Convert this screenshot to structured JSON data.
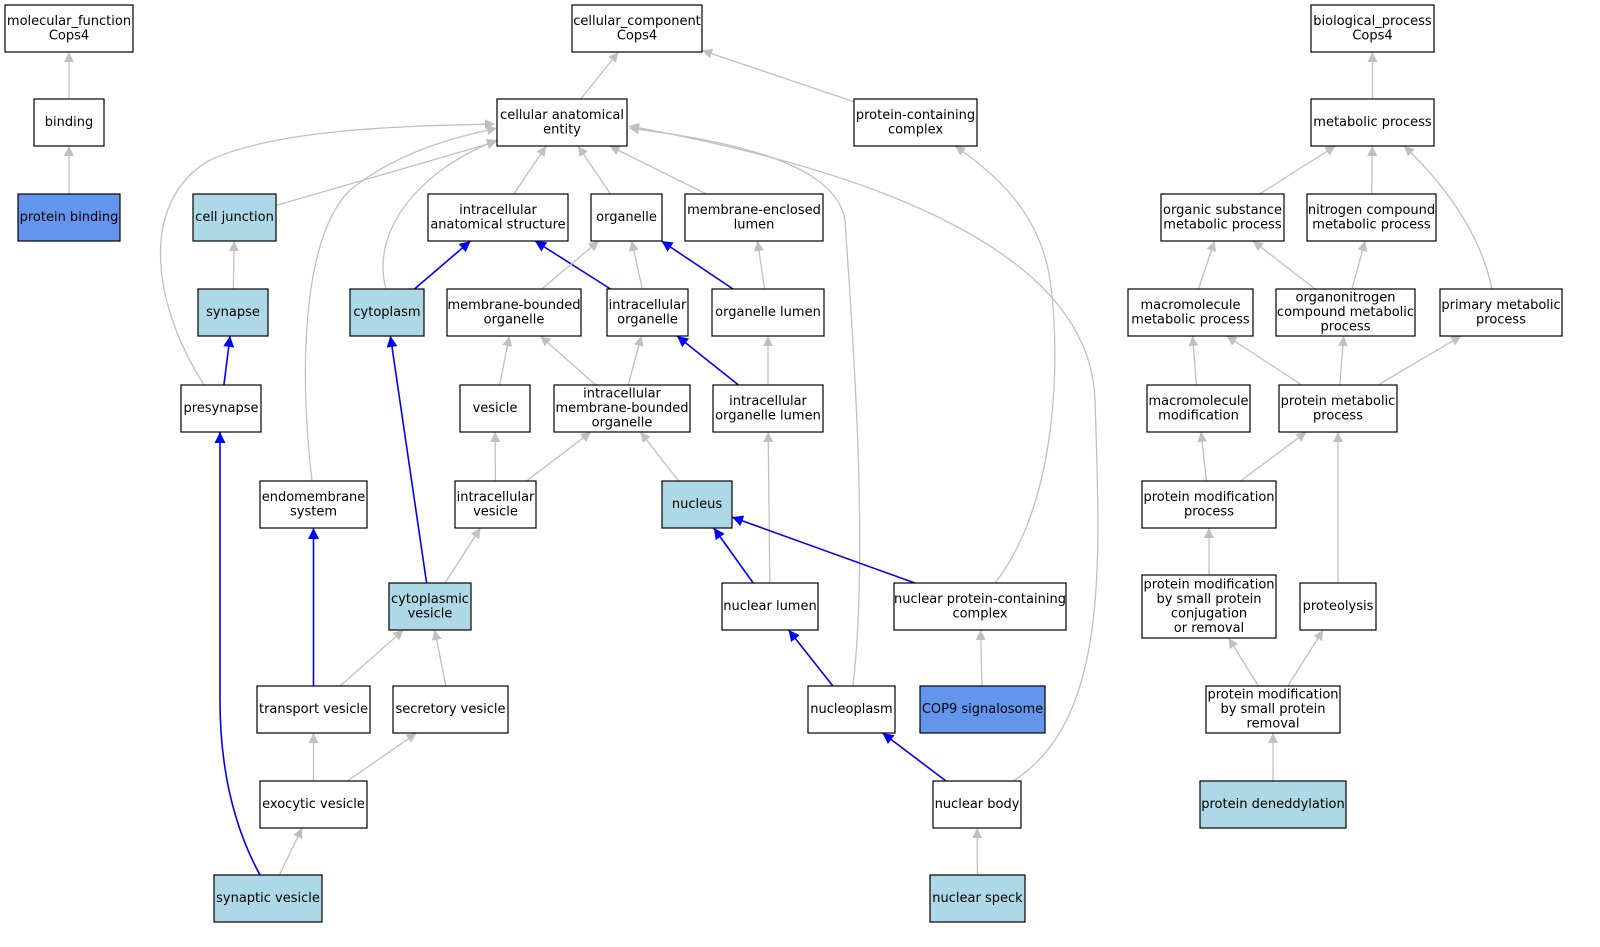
{
  "colors": {
    "plain": "#ffffff",
    "light": "#add8e6",
    "dark": "#6495ed",
    "edge_gray": "#c0c0c0",
    "edge_blue": "#0000ff"
  },
  "nodes": [
    {
      "id": "mf",
      "lines": [
        "molecular_function",
        "Cops4"
      ],
      "style": "plain"
    },
    {
      "id": "binding",
      "lines": [
        "binding"
      ],
      "style": "plain"
    },
    {
      "id": "protein_binding",
      "lines": [
        "protein binding"
      ],
      "style": "dark"
    },
    {
      "id": "cc",
      "lines": [
        "cellular_component",
        "Cops4"
      ],
      "style": "plain"
    },
    {
      "id": "cae",
      "lines": [
        "cellular anatomical",
        "entity"
      ],
      "style": "plain"
    },
    {
      "id": "pcc",
      "lines": [
        "protein-containing",
        "complex"
      ],
      "style": "plain"
    },
    {
      "id": "cell_junction",
      "lines": [
        "cell junction"
      ],
      "style": "light"
    },
    {
      "id": "ias",
      "lines": [
        "intracellular",
        "anatomical structure"
      ],
      "style": "plain"
    },
    {
      "id": "organelle",
      "lines": [
        "organelle"
      ],
      "style": "plain"
    },
    {
      "id": "mel",
      "lines": [
        "membrane-enclosed",
        "lumen"
      ],
      "style": "plain"
    },
    {
      "id": "synapse",
      "lines": [
        "synapse"
      ],
      "style": "light"
    },
    {
      "id": "cytoplasm",
      "lines": [
        "cytoplasm"
      ],
      "style": "light"
    },
    {
      "id": "mbo",
      "lines": [
        "membrane-bounded",
        "organelle"
      ],
      "style": "plain"
    },
    {
      "id": "io",
      "lines": [
        "intracellular",
        "organelle"
      ],
      "style": "plain"
    },
    {
      "id": "ol",
      "lines": [
        "organelle lumen"
      ],
      "style": "plain"
    },
    {
      "id": "presynapse",
      "lines": [
        "presynapse"
      ],
      "style": "plain"
    },
    {
      "id": "vesicle",
      "lines": [
        "vesicle"
      ],
      "style": "plain"
    },
    {
      "id": "imbo",
      "lines": [
        "intracellular",
        "membrane-bounded",
        "organelle"
      ],
      "style": "plain"
    },
    {
      "id": "iol",
      "lines": [
        "intracellular",
        "organelle lumen"
      ],
      "style": "plain"
    },
    {
      "id": "endomembrane",
      "lines": [
        "endomembrane",
        "system"
      ],
      "style": "plain"
    },
    {
      "id": "iv",
      "lines": [
        "intracellular",
        "vesicle"
      ],
      "style": "plain"
    },
    {
      "id": "nucleus",
      "lines": [
        "nucleus"
      ],
      "style": "light"
    },
    {
      "id": "cv",
      "lines": [
        "cytoplasmic",
        "vesicle"
      ],
      "style": "light"
    },
    {
      "id": "nuclear_lumen",
      "lines": [
        "nuclear lumen"
      ],
      "style": "plain"
    },
    {
      "id": "npcc",
      "lines": [
        "nuclear protein-containing",
        "complex"
      ],
      "style": "plain"
    },
    {
      "id": "transport_vesicle",
      "lines": [
        "transport vesicle"
      ],
      "style": "plain"
    },
    {
      "id": "secretory_vesicle",
      "lines": [
        "secretory vesicle"
      ],
      "style": "plain"
    },
    {
      "id": "nucleoplasm",
      "lines": [
        "nucleoplasm"
      ],
      "style": "plain"
    },
    {
      "id": "cop9",
      "lines": [
        "COP9 signalosome"
      ],
      "style": "dark"
    },
    {
      "id": "exocytic_vesicle",
      "lines": [
        "exocytic vesicle"
      ],
      "style": "plain"
    },
    {
      "id": "nuclear_body",
      "lines": [
        "nuclear body"
      ],
      "style": "plain"
    },
    {
      "id": "synaptic_vesicle",
      "lines": [
        "synaptic vesicle"
      ],
      "style": "light"
    },
    {
      "id": "nuclear_speck",
      "lines": [
        "nuclear speck"
      ],
      "style": "light"
    },
    {
      "id": "bp",
      "lines": [
        "biological_process",
        "Cops4"
      ],
      "style": "plain"
    },
    {
      "id": "metabolic",
      "lines": [
        "metabolic process"
      ],
      "style": "plain"
    },
    {
      "id": "osmp",
      "lines": [
        "organic substance",
        "metabolic process"
      ],
      "style": "plain"
    },
    {
      "id": "ncmp",
      "lines": [
        "nitrogen compound",
        "metabolic process"
      ],
      "style": "plain"
    },
    {
      "id": "mmp",
      "lines": [
        "macromolecule",
        "metabolic process"
      ],
      "style": "plain"
    },
    {
      "id": "ocmp",
      "lines": [
        "organonitrogen",
        "compound metabolic",
        "process"
      ],
      "style": "plain"
    },
    {
      "id": "pmp",
      "lines": [
        "primary metabolic",
        "process"
      ],
      "style": "plain"
    },
    {
      "id": "mm",
      "lines": [
        "macromolecule",
        "modification"
      ],
      "style": "plain"
    },
    {
      "id": "protmp",
      "lines": [
        "protein metabolic",
        "process"
      ],
      "style": "plain"
    },
    {
      "id": "pmodp",
      "lines": [
        "protein modification",
        "process"
      ],
      "style": "plain"
    },
    {
      "id": "pmspcr",
      "lines": [
        "protein modification",
        "by small protein",
        "conjugation",
        "or removal"
      ],
      "style": "plain"
    },
    {
      "id": "proteolysis",
      "lines": [
        "proteolysis"
      ],
      "style": "plain"
    },
    {
      "id": "pmspr",
      "lines": [
        "protein modification",
        "by small protein",
        "removal"
      ],
      "style": "plain"
    },
    {
      "id": "deneddylation",
      "lines": [
        "protein deneddylation"
      ],
      "style": "light"
    }
  ],
  "edges": [
    {
      "from": "binding",
      "to": "mf",
      "color": "gray"
    },
    {
      "from": "protein_binding",
      "to": "binding",
      "color": "gray"
    },
    {
      "from": "cae",
      "to": "cc",
      "color": "gray"
    },
    {
      "from": "pcc",
      "to": "cc",
      "color": "gray"
    },
    {
      "from": "cell_junction",
      "to": "cae",
      "color": "gray"
    },
    {
      "from": "ias",
      "to": "cae",
      "color": "gray"
    },
    {
      "from": "organelle",
      "to": "cae",
      "color": "gray"
    },
    {
      "from": "mel",
      "to": "cae",
      "color": "gray"
    },
    {
      "from": "cytoplasm",
      "to": "cae",
      "color": "gray"
    },
    {
      "from": "presynapse",
      "to": "cae",
      "color": "gray"
    },
    {
      "from": "endomembrane",
      "to": "cae",
      "color": "gray"
    },
    {
      "from": "nucleoplasm",
      "to": "cae",
      "color": "gray"
    },
    {
      "from": "nuclear_body",
      "to": "cae",
      "color": "gray"
    },
    {
      "from": "synapse",
      "to": "cell_junction",
      "color": "gray"
    },
    {
      "from": "cytoplasm",
      "to": "ias",
      "color": "blue"
    },
    {
      "from": "io",
      "to": "ias",
      "color": "blue"
    },
    {
      "from": "mbo",
      "to": "organelle",
      "color": "gray"
    },
    {
      "from": "io",
      "to": "organelle",
      "color": "gray"
    },
    {
      "from": "ol",
      "to": "organelle",
      "color": "blue"
    },
    {
      "from": "ol",
      "to": "mel",
      "color": "gray"
    },
    {
      "from": "presynapse",
      "to": "synapse",
      "color": "blue"
    },
    {
      "from": "vesicle",
      "to": "mbo",
      "color": "gray"
    },
    {
      "from": "imbo",
      "to": "mbo",
      "color": "gray"
    },
    {
      "from": "imbo",
      "to": "io",
      "color": "gray"
    },
    {
      "from": "iol",
      "to": "io",
      "color": "blue"
    },
    {
      "from": "iol",
      "to": "ol",
      "color": "gray"
    },
    {
      "from": "iv",
      "to": "vesicle",
      "color": "gray"
    },
    {
      "from": "iv",
      "to": "imbo",
      "color": "gray"
    },
    {
      "from": "nucleus",
      "to": "imbo",
      "color": "gray"
    },
    {
      "from": "cv",
      "to": "cytoplasm",
      "color": "blue"
    },
    {
      "from": "cv",
      "to": "iv",
      "color": "gray"
    },
    {
      "from": "nuclear_lumen",
      "to": "nucleus",
      "color": "blue"
    },
    {
      "from": "nuclear_lumen",
      "to": "iol",
      "color": "gray"
    },
    {
      "from": "npcc",
      "to": "nucleus",
      "color": "blue"
    },
    {
      "from": "npcc",
      "to": "pcc",
      "color": "gray"
    },
    {
      "from": "transport_vesicle",
      "to": "endomembrane",
      "color": "blue"
    },
    {
      "from": "transport_vesicle",
      "to": "cv",
      "color": "gray"
    },
    {
      "from": "secretory_vesicle",
      "to": "cv",
      "color": "gray"
    },
    {
      "from": "nucleoplasm",
      "to": "nuclear_lumen",
      "color": "blue"
    },
    {
      "from": "cop9",
      "to": "npcc",
      "color": "gray"
    },
    {
      "from": "exocytic_vesicle",
      "to": "transport_vesicle",
      "color": "gray"
    },
    {
      "from": "exocytic_vesicle",
      "to": "secretory_vesicle",
      "color": "gray"
    },
    {
      "from": "nuclear_body",
      "to": "nucleoplasm",
      "color": "blue"
    },
    {
      "from": "synaptic_vesicle",
      "to": "exocytic_vesicle",
      "color": "gray"
    },
    {
      "from": "synaptic_vesicle",
      "to": "presynapse",
      "color": "blue"
    },
    {
      "from": "nuclear_speck",
      "to": "nuclear_body",
      "color": "gray"
    },
    {
      "from": "metabolic",
      "to": "bp",
      "color": "gray"
    },
    {
      "from": "osmp",
      "to": "metabolic",
      "color": "gray"
    },
    {
      "from": "ncmp",
      "to": "metabolic",
      "color": "gray"
    },
    {
      "from": "pmp",
      "to": "metabolic",
      "color": "gray"
    },
    {
      "from": "mmp",
      "to": "osmp",
      "color": "gray"
    },
    {
      "from": "ocmp",
      "to": "osmp",
      "color": "gray"
    },
    {
      "from": "ocmp",
      "to": "ncmp",
      "color": "gray"
    },
    {
      "from": "mm",
      "to": "mmp",
      "color": "gray"
    },
    {
      "from": "protmp",
      "to": "mmp",
      "color": "gray"
    },
    {
      "from": "protmp",
      "to": "ocmp",
      "color": "gray"
    },
    {
      "from": "protmp",
      "to": "pmp",
      "color": "gray"
    },
    {
      "from": "pmodp",
      "to": "mm",
      "color": "gray"
    },
    {
      "from": "pmodp",
      "to": "protmp",
      "color": "gray"
    },
    {
      "from": "proteolysis",
      "to": "protmp",
      "color": "gray"
    },
    {
      "from": "pmspcr",
      "to": "pmodp",
      "color": "gray"
    },
    {
      "from": "pmspr",
      "to": "pmspcr",
      "color": "gray"
    },
    {
      "from": "pmspr",
      "to": "proteolysis",
      "color": "gray"
    },
    {
      "from": "deneddylation",
      "to": "pmspr",
      "color": "gray"
    }
  ]
}
